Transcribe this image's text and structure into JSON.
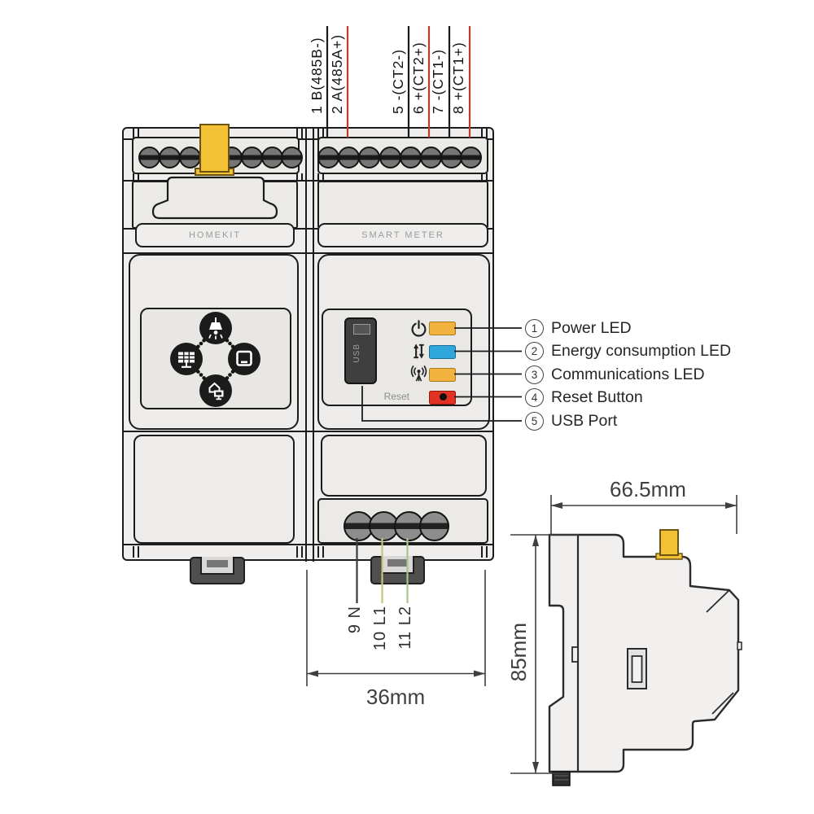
{
  "device": {
    "modules": [
      {
        "label": "HOMEKIT"
      },
      {
        "label": "SMART METER"
      }
    ],
    "reset_label": "Reset",
    "usb_label": "USB"
  },
  "top_terminals": [
    {
      "label": "1 B(485B-)",
      "line_color": "#1a1a1a"
    },
    {
      "label": "2 A(485A+)",
      "line_color": "#bf3a2b"
    },
    {
      "label": "5 -(CT2-)",
      "line_color": "#1a1a1a"
    },
    {
      "label": "6 +(CT2+)",
      "line_color": "#bf3a2b"
    },
    {
      "label": "7 -(CT1-)",
      "line_color": "#1a1a1a"
    },
    {
      "label": "8 +(CT1+)",
      "line_color": "#bf3a2b"
    }
  ],
  "bottom_terminals": [
    {
      "label": "9 N",
      "line_color": "#3a3a3a"
    },
    {
      "label": "10 L1",
      "line_color": "#c9c37e"
    },
    {
      "label": "11 L2",
      "line_color": "#a8c58f"
    }
  ],
  "callouts": [
    {
      "number": "1",
      "label": "Power LED"
    },
    {
      "number": "2",
      "label": "Energy consumption LED"
    },
    {
      "number": "3",
      "label": "Communications LED"
    },
    {
      "number": "4",
      "label": "Reset Button"
    },
    {
      "number": "5",
      "label": "USB Port"
    }
  ],
  "dimensions": {
    "front_width": "36mm",
    "side_depth": "66.5mm",
    "side_height": "85mm"
  },
  "icons": {
    "homekit_panel": [
      "lamp-icon",
      "solar-panel-icon",
      "display-icon",
      "smart-home-icon"
    ],
    "indicator_icons": [
      "power-icon",
      "energy-arrows-icon",
      "antenna-signal-icon"
    ]
  },
  "colors": {
    "antenna_yellow": "#f2c136",
    "led_amber": "#f2b23d",
    "led_blue": "#2fa7dd",
    "button_red": "#e23222",
    "wire_red": "#bf3a2b",
    "wire_black": "#1a1a1a",
    "wire_neutral": "#3a3a3a",
    "wire_l1": "#c9c37e",
    "wire_l2": "#a8c58f"
  }
}
